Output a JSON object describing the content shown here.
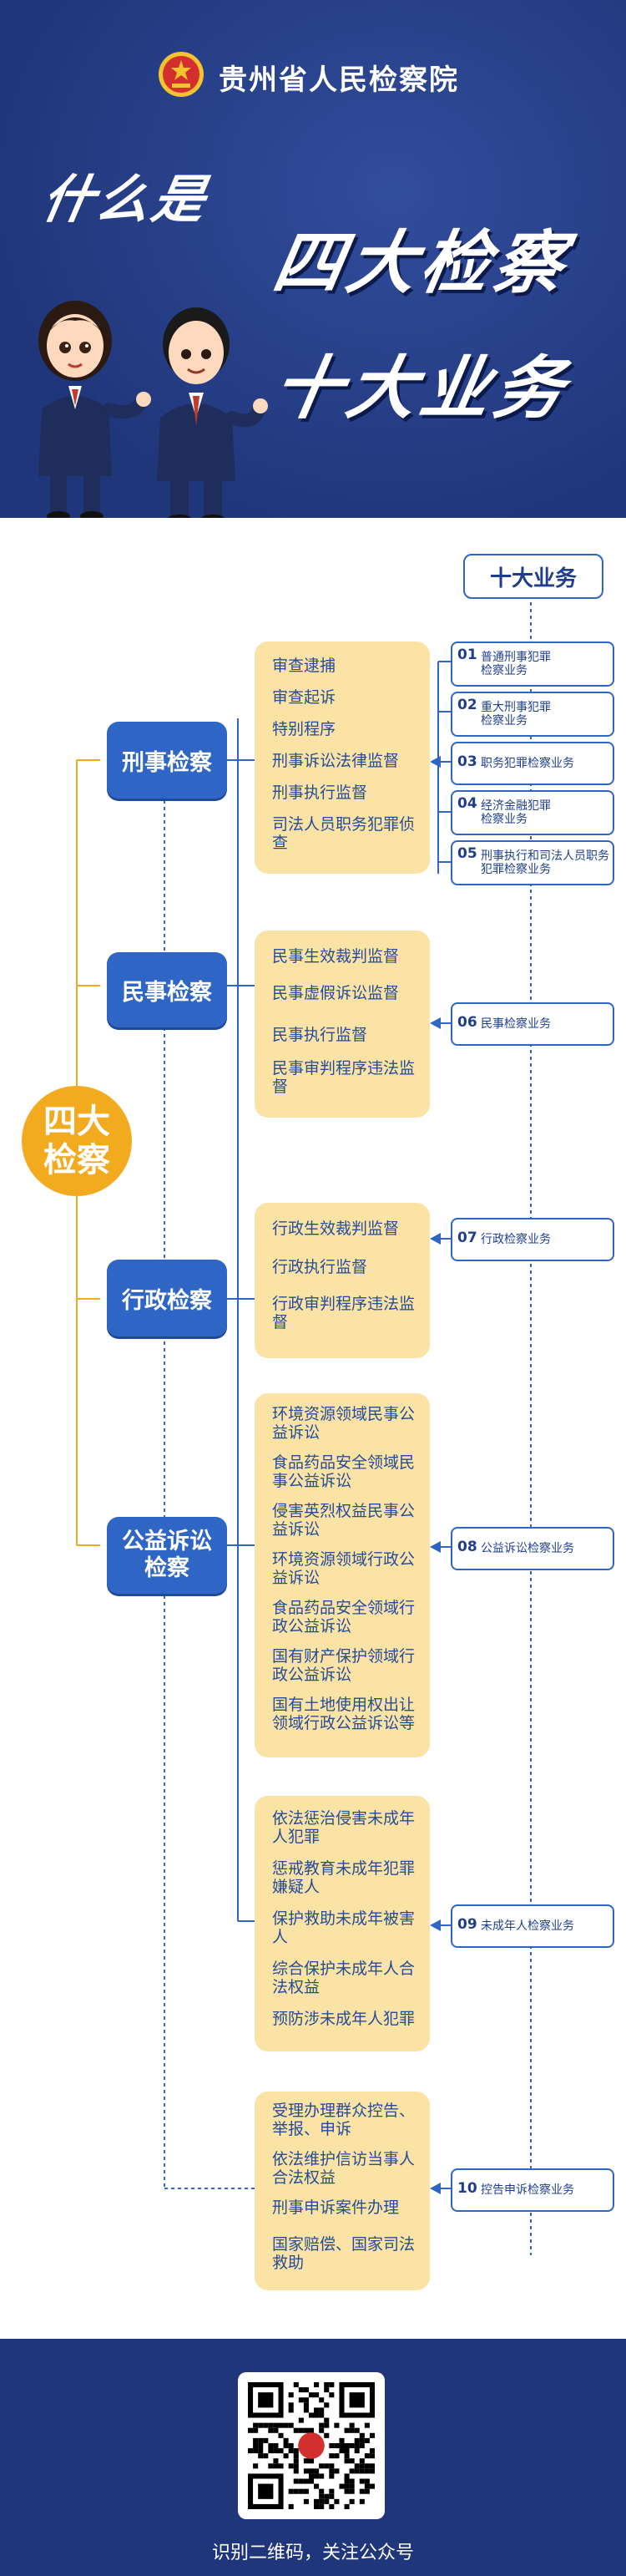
{
  "header": {
    "org_name": "贵州省人民检察院",
    "line1": "什么是",
    "line2": "四大检察",
    "line3": "十大业务"
  },
  "root": {
    "label": "四大检察"
  },
  "ten_title": "十大业务",
  "categories": [
    {
      "label": "刑事检察",
      "items": [
        "审查逮捕",
        "审查起诉",
        "特别程序",
        "刑事诉讼法律监督",
        "刑事执行监督",
        "司法人员职务犯罪侦查"
      ]
    },
    {
      "label": "民事检察",
      "items": [
        "民事生效裁判监督",
        "民事虚假诉讼监督",
        "民事执行监督",
        "民事审判程序违法监督"
      ]
    },
    {
      "label": "行政检察",
      "items": [
        "行政生效裁判监督",
        "行政执行监督",
        "行政审判程序违法监督"
      ]
    },
    {
      "label": "公益诉讼检察",
      "items": [
        "环境资源领域民事公益诉讼",
        "食品药品安全领域民事公益诉讼",
        "侵害英烈权益民事公益诉讼",
        "环境资源领域行政公益诉讼",
        "食品药品安全领域行政公益诉讼",
        "国有财产保护领域行政公益诉讼",
        "国有土地使用权出让领域行政公益诉讼等"
      ]
    }
  ],
  "minors_items": [
    "依法惩治侵害未成年人犯罪",
    "惩戒教育未成年犯罪嫌疑人",
    "保护救助未成年被害人",
    "综合保护未成年人合法权益",
    "预防涉未成年人犯罪"
  ],
  "complaints_items": [
    "受理办理群众控告、举报、申诉",
    "依法维护信访当事人合法权益",
    "刑事申诉案件办理",
    "国家赔偿、国家司法救助"
  ],
  "businesses": [
    {
      "num": "01",
      "label": "普通刑事犯罪检察业务"
    },
    {
      "num": "02",
      "label": "重大刑事犯罪检察业务"
    },
    {
      "num": "03",
      "label": "职务犯罪检察业务"
    },
    {
      "num": "04",
      "label": "经济金融犯罪检察业务"
    },
    {
      "num": "05",
      "label": "刑事执行和司法人员职务犯罪检察业务"
    },
    {
      "num": "06",
      "label": "民事检察业务"
    },
    {
      "num": "07",
      "label": "行政检察业务"
    },
    {
      "num": "08",
      "label": "公益诉讼检察业务"
    },
    {
      "num": "09",
      "label": "未成年人检察业务"
    },
    {
      "num": "10",
      "label": "控告申诉检察业务"
    }
  ],
  "footer": {
    "caption": "识别二维码，关注公众号"
  },
  "colors": {
    "navy": "#20367a",
    "blue": "#2f66c6",
    "gold": "#f2ab1f",
    "cream": "#fbe3a6",
    "text_blue": "#244c9a"
  }
}
